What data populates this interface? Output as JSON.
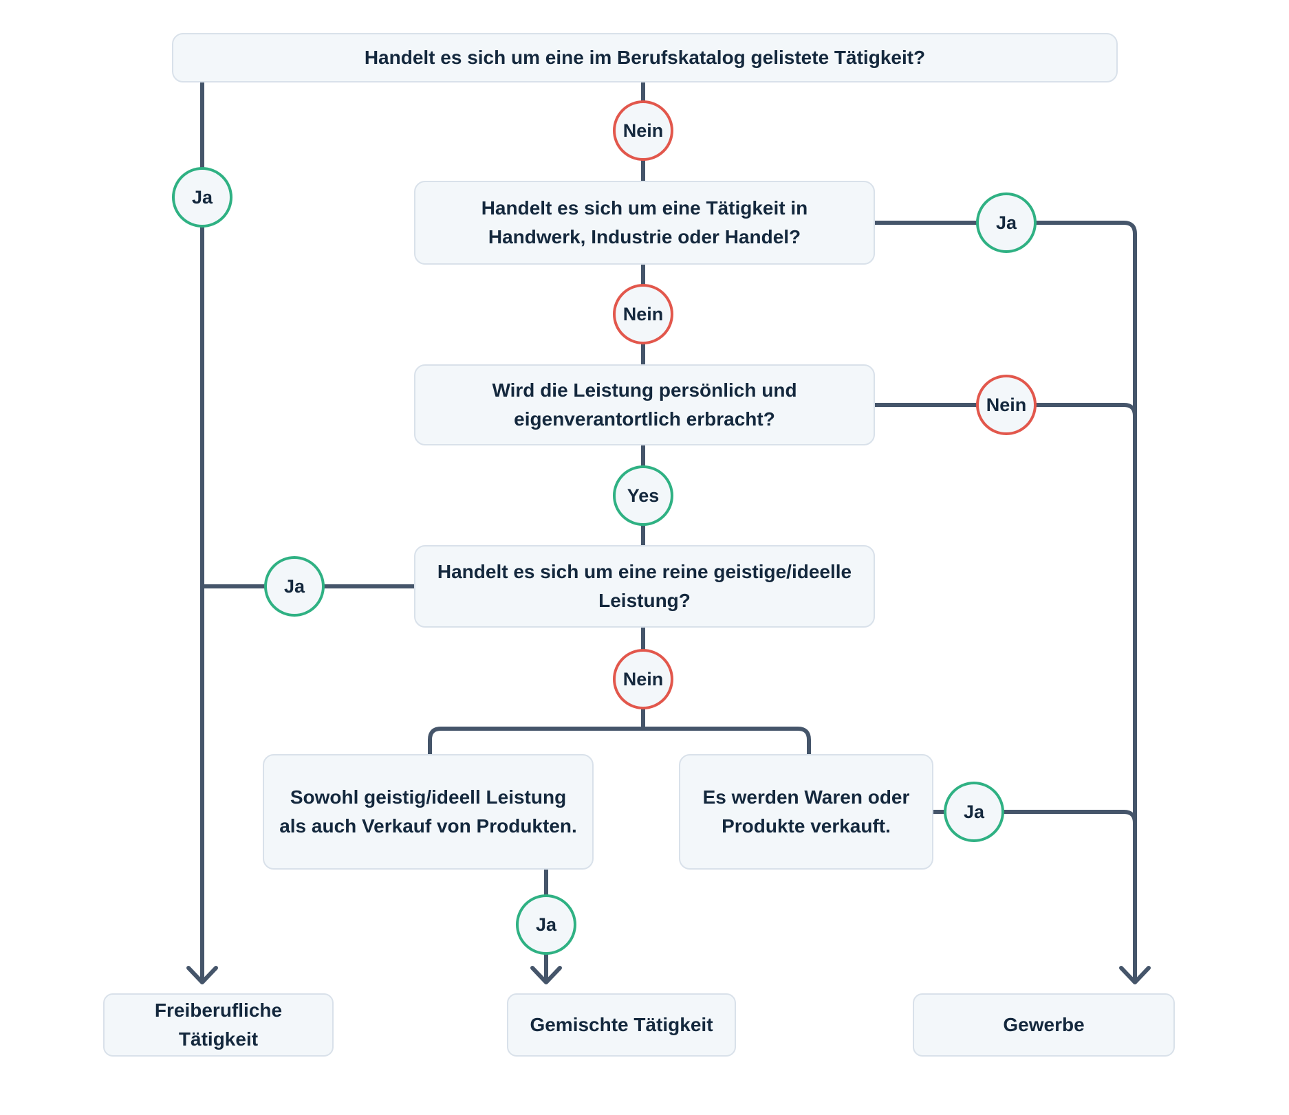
{
  "diagram": {
    "nodes": {
      "q1": "Handelt es sich um eine im Berufskatalog gelistete Tätigkeit?",
      "q2": "Handelt es sich um eine Tätigkeit in Handwerk, Industrie oder Handel?",
      "q3": "Wird die Leistung persönlich und eigenverantortlich erbracht?",
      "q4": "Handelt es sich um eine reine geistige/ideelle Leistung?",
      "mixed_case": "Sowohl geistig/ideell Leistung als auch Verkauf von Produkten.",
      "goods_case": "Es werden Waren oder Produkte verkauft.",
      "result_freelance": "Freiberufliche Tätigkeit",
      "result_mixed": "Gemischte Tätigkeit",
      "result_trade": "Gewerbe"
    },
    "edge_labels": {
      "q1_yes": "Ja",
      "q1_no": "Nein",
      "q2_yes": "Ja",
      "q2_no": "Nein",
      "q3_no": "Nein",
      "q3_yes": "Yes",
      "q4_yes": "Ja",
      "q4_no": "Nein",
      "goods_yes": "Ja",
      "mixed_yes": "Ja"
    },
    "colors": {
      "yes_green": "#2fb183",
      "no_red": "#e2574c",
      "connector": "#45556a",
      "node_fill": "#f3f7fa",
      "node_border": "#d9e1ea",
      "text": "#14283d"
    }
  }
}
